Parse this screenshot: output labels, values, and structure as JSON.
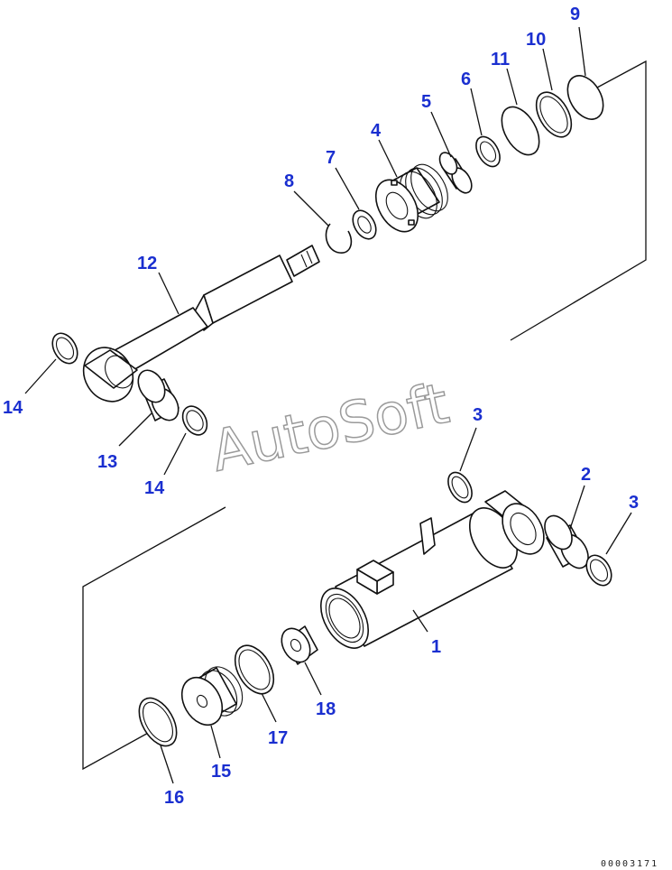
{
  "watermark": "AutoSoft",
  "drawing_code": "00003171",
  "callouts": {
    "c1": "1",
    "c2": "2",
    "c3a": "3",
    "c3b": "3",
    "c4": "4",
    "c5": "5",
    "c6": "6",
    "c7": "7",
    "c8": "8",
    "c9": "9",
    "c10": "10",
    "c11": "11",
    "c12": "12",
    "c13": "13",
    "c14a": "14",
    "c14b": "14",
    "c15": "15",
    "c16": "16",
    "c17": "17",
    "c18": "18"
  },
  "colors": {
    "callout": "#1a2fd0",
    "lines": "#111111",
    "watermark": "#9a9a9a"
  }
}
